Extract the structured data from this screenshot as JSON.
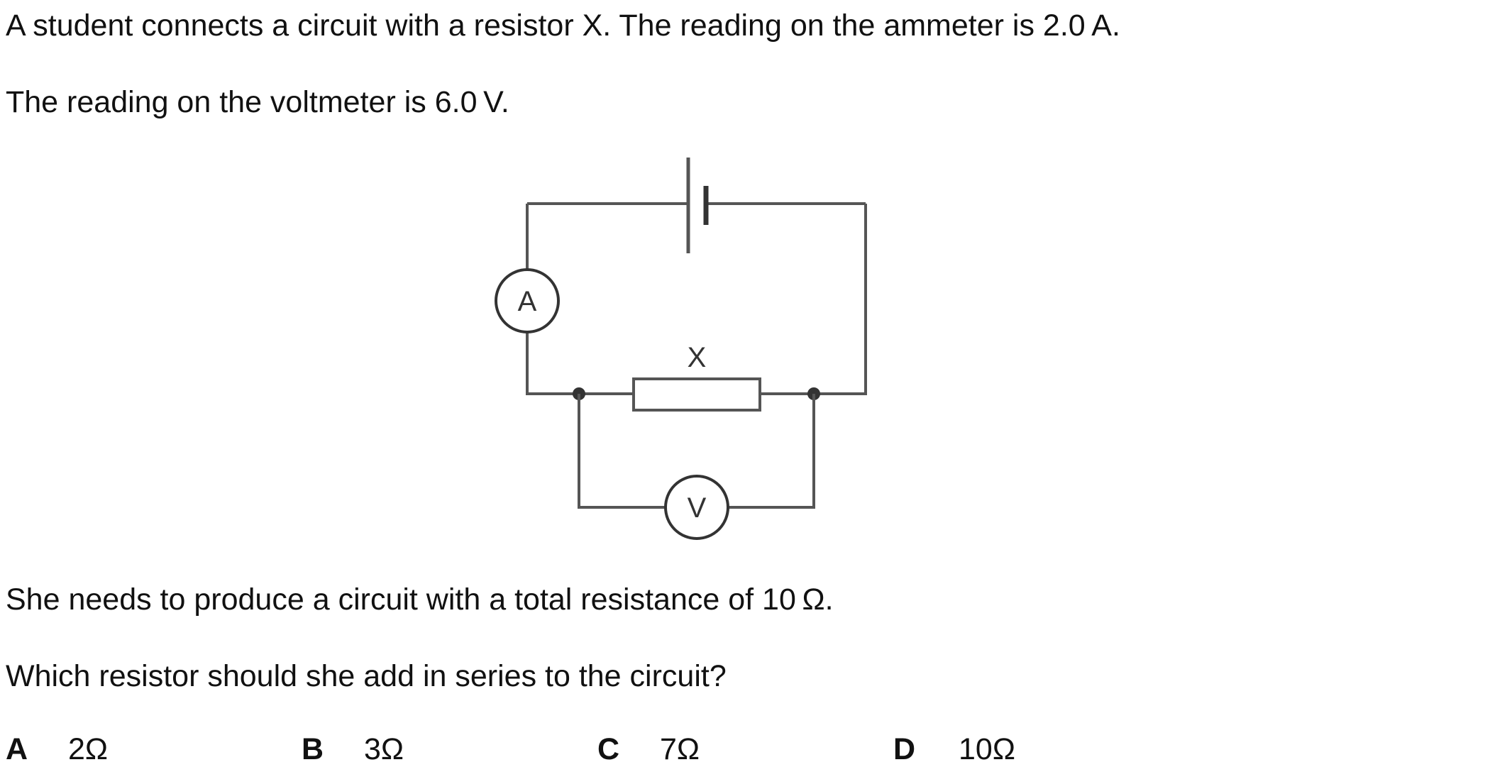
{
  "question": {
    "line1": "A student connects a circuit with a resistor X. The reading on the ammeter is 2.0 A.",
    "line2": "The reading on the voltmeter is 6.0 V.",
    "line3": "She needs to produce a circuit with a total resistance of 10 Ω.",
    "line4": "Which resistor should she add in series to the circuit?"
  },
  "circuit": {
    "ammeter_label": "A",
    "voltmeter_label": "V",
    "resistor_label": "X"
  },
  "options": [
    {
      "letter": "A",
      "value": "2Ω"
    },
    {
      "letter": "B",
      "value": "3Ω"
    },
    {
      "letter": "C",
      "value": "7Ω"
    },
    {
      "letter": "D",
      "value": "10Ω"
    }
  ]
}
